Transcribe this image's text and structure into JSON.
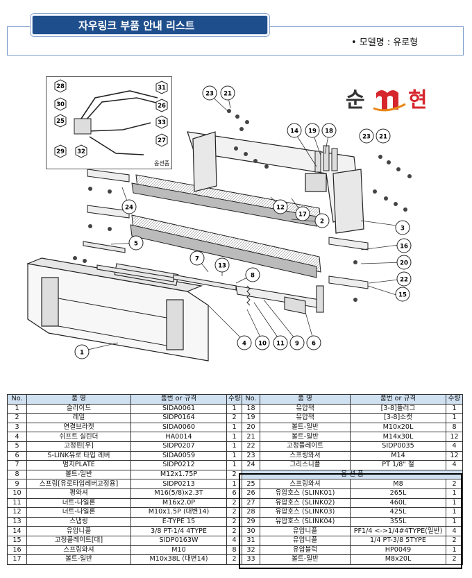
{
  "header": {
    "title": "자우링크 부품 안내 리스트",
    "model": "• 모델명 : 유로형"
  },
  "logo": {
    "text": "순 m 현",
    "colors": {
      "primary": "#d6262d",
      "accent": "#e88a1a",
      "dark": "#333333"
    }
  },
  "diagram": {
    "inset_label": "옵션품",
    "callouts": [
      "1",
      "2",
      "3",
      "4",
      "5",
      "6",
      "7",
      "8",
      "9",
      "10",
      "11",
      "12",
      "13",
      "14",
      "15",
      "16",
      "17",
      "18",
      "19",
      "20",
      "21",
      "22",
      "23",
      "24",
      "25",
      "26",
      "27",
      "28",
      "29",
      "30",
      "31",
      "32",
      "33"
    ]
  },
  "table": {
    "headers": [
      "No.",
      "품 명",
      "품번 or 규격",
      "수량",
      "No.",
      "품 명",
      "품번 or 규격",
      "수량"
    ],
    "left_rows": [
      [
        "1",
        "슬라이드",
        "SIDA0061",
        "1"
      ],
      [
        "2",
        "레일",
        "SIDP0164",
        "2"
      ],
      [
        "3",
        "연결브라켓",
        "SIDA0060",
        "1"
      ],
      [
        "4",
        "쉬프트 실린더",
        "HA0014",
        "1"
      ],
      [
        "5",
        "고정핀[우]",
        "SIDP0207",
        "1"
      ],
      [
        "6",
        "S-LINK유로 타입 레버",
        "SIDA0059",
        "1"
      ],
      [
        "7",
        "멈치PLATE",
        "SIDP0212",
        "1"
      ],
      [
        "8",
        "볼트-일반",
        "M12x1.75P",
        "2"
      ],
      [
        "9",
        "스프링[유로타입레버고정용]",
        "SIDP0213",
        "1"
      ],
      [
        "10",
        "평와셔",
        "M16(5/8)x2.3T",
        "6"
      ],
      [
        "11",
        "너트-나일론",
        "M16x2.0P",
        "2"
      ],
      [
        "12",
        "너트-나일론",
        "M10x1.5P (대변14)",
        "2"
      ],
      [
        "13",
        "스냅링",
        "E-TYPE 15",
        "2"
      ],
      [
        "14",
        "유압니플",
        "3/8 PT-1/4 4TYPE",
        "2"
      ],
      [
        "15",
        "고정플레이트[대]",
        "SIDP0163W",
        "4"
      ],
      [
        "16",
        "스프링와셔",
        "M10",
        "8"
      ],
      [
        "17",
        "볼트-일반",
        "M10x38L (대변14)",
        "2"
      ]
    ],
    "right_rows": [
      [
        "18",
        "유압잭",
        "[3-8]플러그",
        "1"
      ],
      [
        "19",
        "유압잭",
        "[3-8]소캣",
        "1"
      ],
      [
        "20",
        "볼트-일반",
        "M10x20L",
        "8"
      ],
      [
        "21",
        "볼트-일반",
        "M14x30L",
        "12"
      ],
      [
        "22",
        "고정플레이트",
        "SIDP0035",
        "4"
      ],
      [
        "23",
        "스프링와셔",
        "M14",
        "12"
      ],
      [
        "24",
        "그리스니플",
        "PT 1/8\" 철",
        "4"
      ]
    ],
    "option_header": "옵 션 품",
    "option_rows": [
      [
        "25",
        "스프링와셔",
        "M8",
        "2"
      ],
      [
        "26",
        "유압호스 (SLINK01)",
        "265L",
        "1"
      ],
      [
        "27",
        "유압호스 (SLINK02)",
        "460L",
        "1"
      ],
      [
        "28",
        "유압호스 (SLINK03)",
        "425L",
        "1"
      ],
      [
        "29",
        "유압호스 (SLINK04)",
        "355L",
        "1"
      ],
      [
        "30",
        "유압니플",
        "PF1/4 <->1/4#4TYPE(일반)",
        "4"
      ],
      [
        "31",
        "유압니플",
        "1/4 PT-3/8 5TYPE",
        "2"
      ],
      [
        "32",
        "유압블럭",
        "HP0049",
        "1"
      ],
      [
        "33",
        "볼트-일반",
        "M8x20L",
        "2"
      ]
    ]
  }
}
